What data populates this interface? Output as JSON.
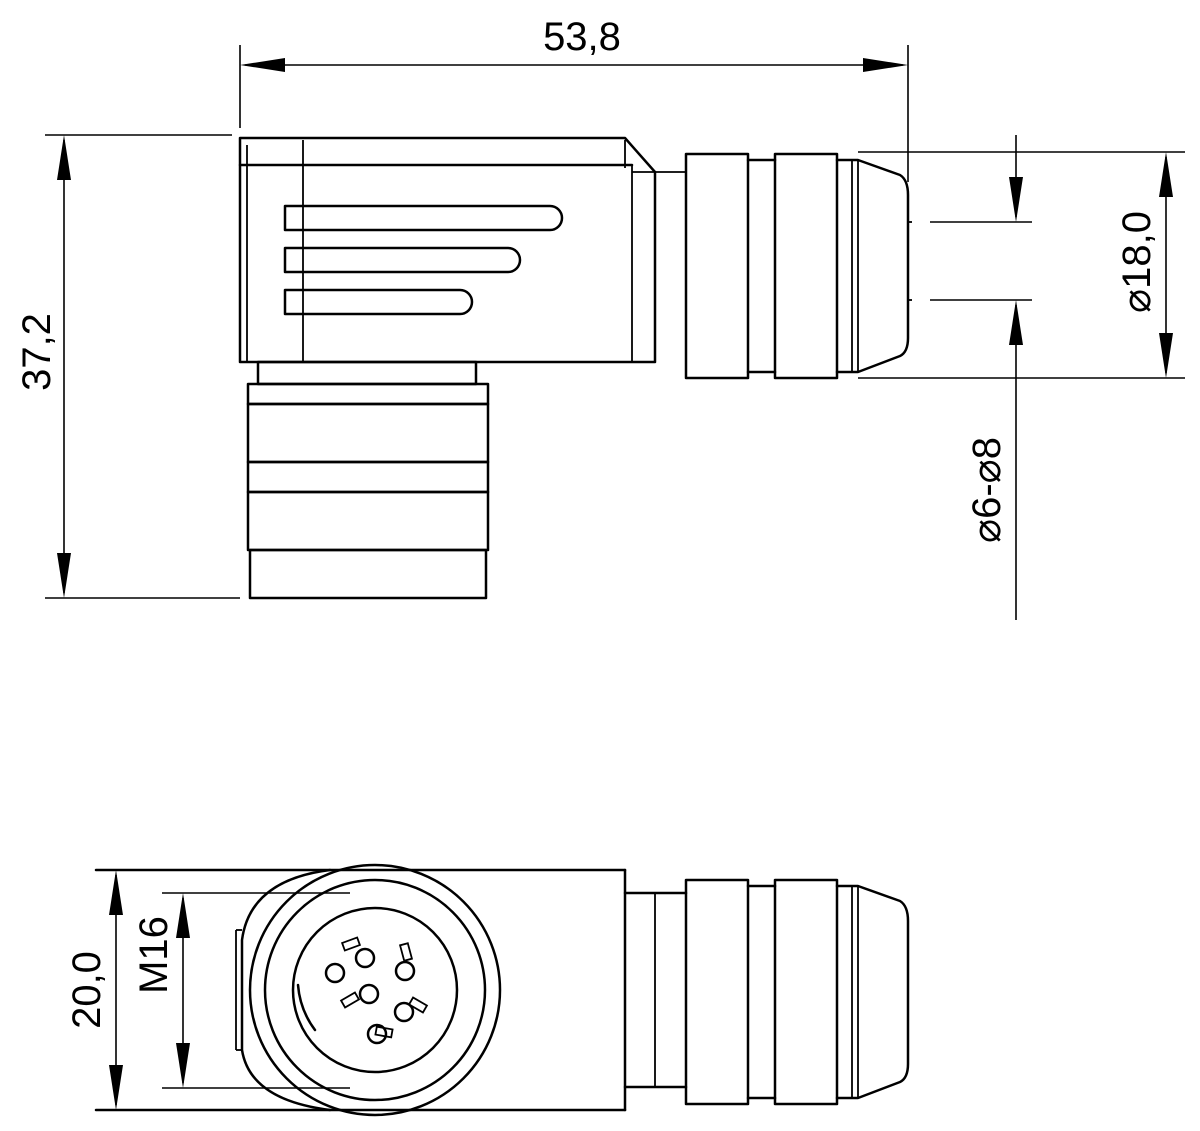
{
  "drawing": {
    "dimensions": {
      "overall_length": "53,8",
      "overall_height": "37,2",
      "cable_nut_diameter": "18,0",
      "cable_range_from": "6-",
      "cable_range_to": "8",
      "body_width": "20,0",
      "thread": "M16"
    },
    "symbols": {
      "diameter": "⌀"
    }
  }
}
